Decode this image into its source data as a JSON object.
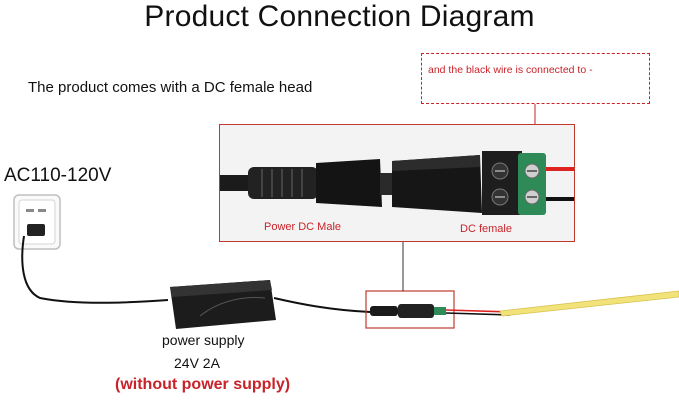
{
  "title": "Product Connection Diagram",
  "subtitle": "The product comes with a DC female head",
  "note": "and the black wire is connected to -",
  "voltage_label": "AC110-120V",
  "labels": {
    "male": "Power DC Male",
    "female": "DC female"
  },
  "power_supply": {
    "name": "power supply",
    "spec": "24V 2A",
    "note": "(without power supply)"
  },
  "colors": {
    "accent_red": "#c9232a",
    "led_strip": "#f1e27a",
    "terminal_green": "#2e8b57"
  }
}
